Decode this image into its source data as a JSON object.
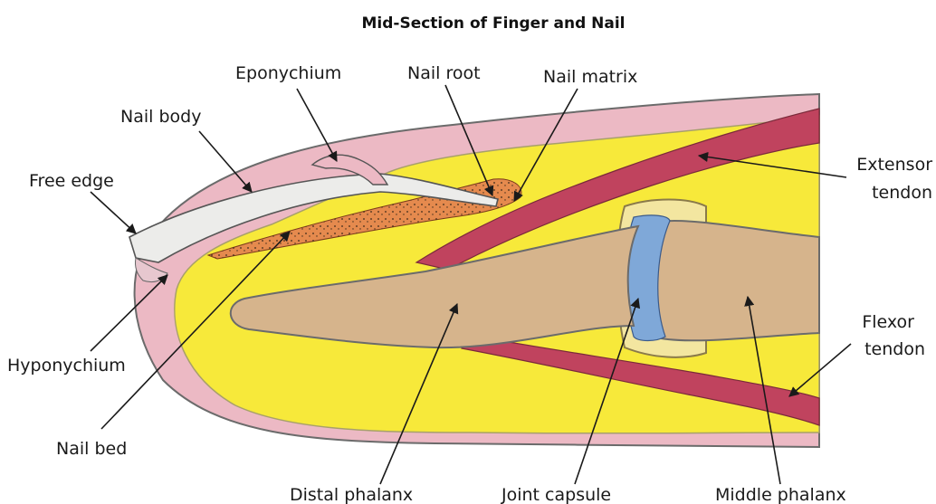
{
  "title": "Mid-Section of Finger and Nail",
  "labels": {
    "eponychium": "Eponychium",
    "nail_root": "Nail root",
    "nail_matrix": "Nail matrix",
    "nail_body": "Nail body",
    "free_edge": "Free edge",
    "extensor_line1": "Extensor",
    "extensor_line2": "tendon",
    "flexor_line1": "Flexor",
    "flexor_line2": "tendon",
    "hyponychium": "Hyponychium",
    "nail_bed": "Nail bed",
    "distal_phalanx": "Distal phalanx",
    "joint_capsule": "Joint capsule",
    "middle_phalanx": "Middle phalanx"
  },
  "colors": {
    "skin": "#ecb9c4",
    "fat": "#f7e93a",
    "bone": "#d6b48c",
    "tendon": "#c0435e",
    "nail": "#ececea",
    "nail_bed": "#e58a4e",
    "joint": "#7fa8d8"
  }
}
